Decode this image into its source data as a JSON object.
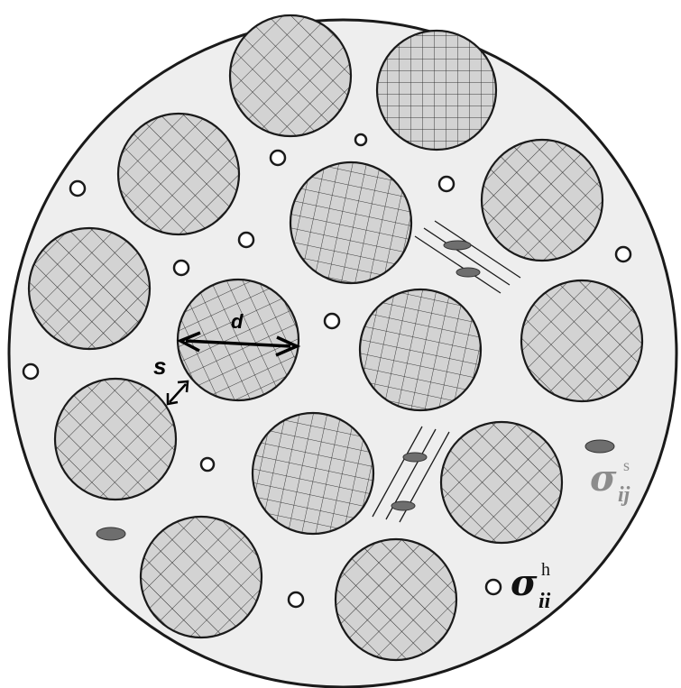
{
  "labels": {
    "diameter": "d",
    "spacing": "s"
  },
  "stress_s": {
    "symbol": "σ",
    "sup": "s",
    "sub": "ij"
  },
  "stress_h": {
    "symbol": "σ",
    "sup": "h",
    "sub": "ii"
  },
  "colors": {
    "matrix_fill": "#eeeeee",
    "fiber_fill": "#d3d3d3",
    "outline": "#1a1a1a",
    "inclusion_fill": "#6e6e6e",
    "stress_s_text": "#8c8c8c",
    "stress_h_text": "#111111"
  },
  "icons": {
    "diameter_arrow": "double-arrow-icon",
    "spacing_arrow": "double-arrow-icon"
  }
}
